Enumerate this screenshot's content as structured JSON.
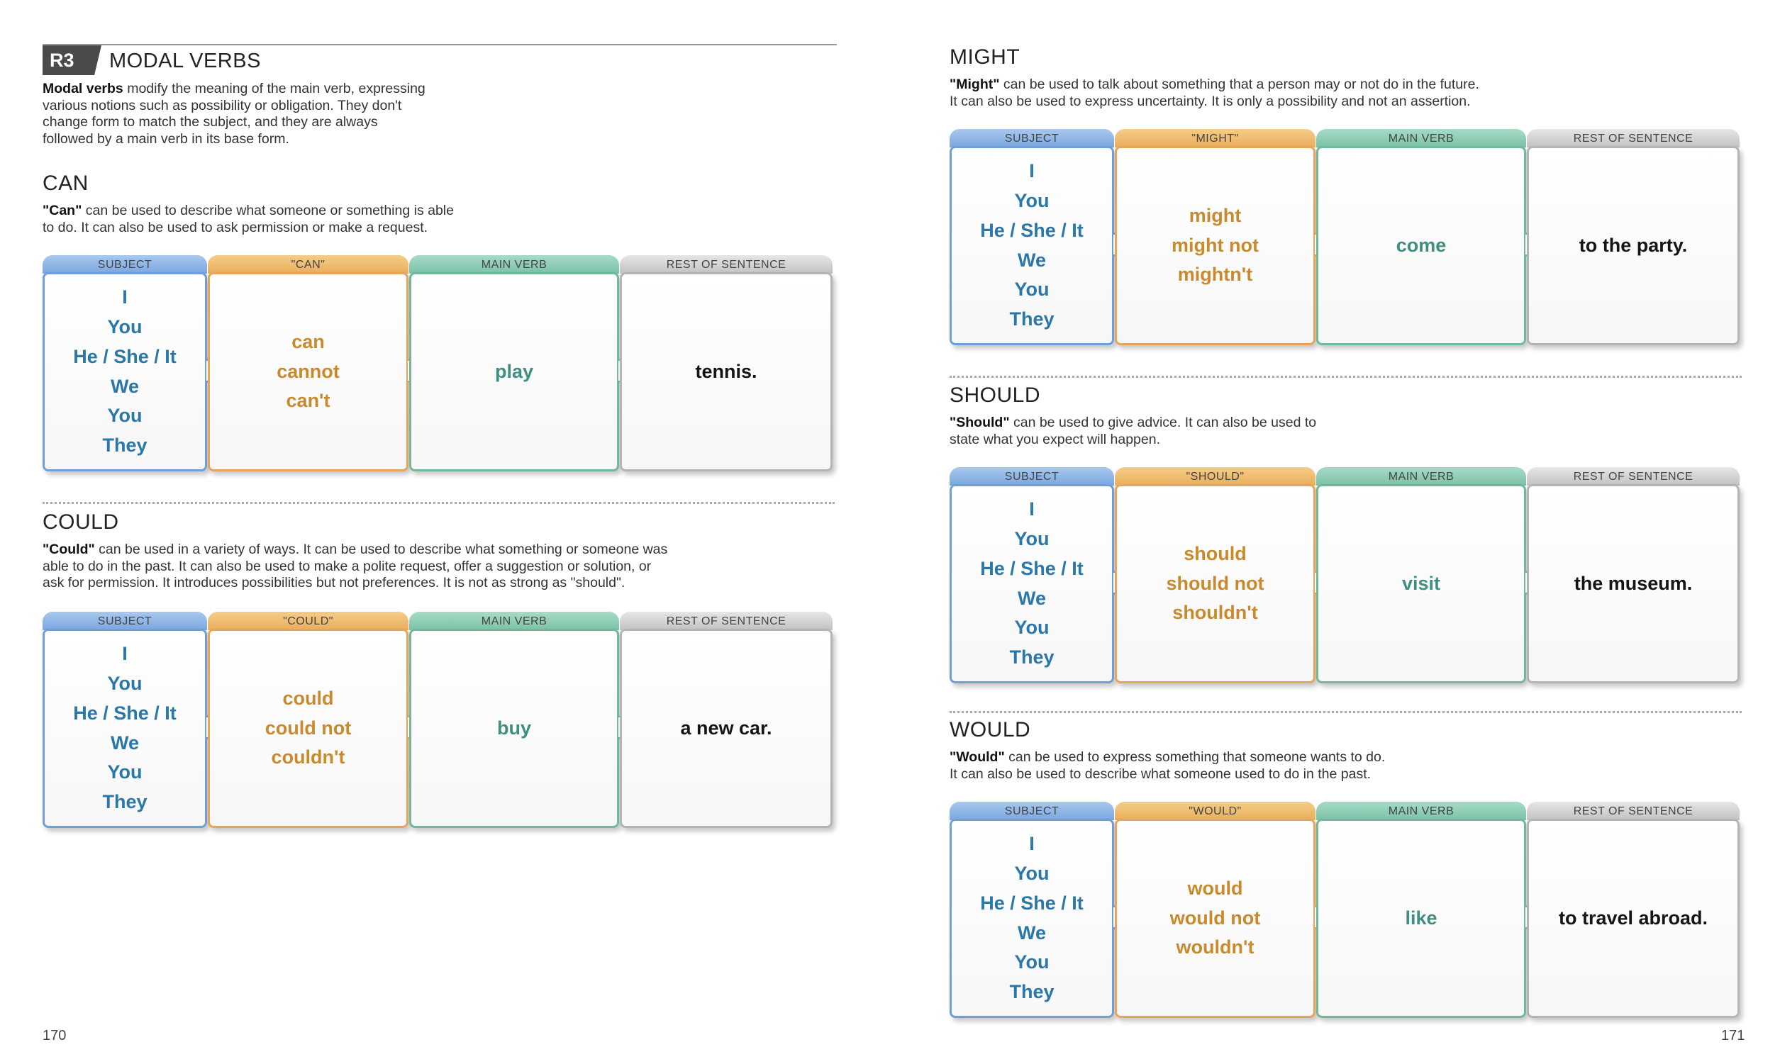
{
  "header": {
    "badge": "R3",
    "title": "MODAL VERBS"
  },
  "intro": {
    "lead": "Modal verbs",
    "lines": [
      " modify the meaning of the main verb, expressing",
      "various notions such as possibility or obligation. They don't",
      "change form to match the subject, and they are always",
      "followed by a main verb in its base form."
    ]
  },
  "page_numbers": {
    "left": "170",
    "right": "171"
  },
  "common": {
    "subject_header": "SUBJECT",
    "main_verb_header": "MAIN VERB",
    "rest_header": "REST OF SENTENCE",
    "subjects": [
      "I",
      "You",
      "He / She / It",
      "We",
      "You",
      "They"
    ]
  },
  "sections": {
    "can": {
      "title": "CAN",
      "desc_lead": "\"Can\"",
      "desc_lines": [
        " can be used to describe what someone or something is able",
        "to do. It can also be used to ask permission or make a request."
      ],
      "modal_header": "\"CAN\"",
      "modal_forms": [
        "can",
        "cannot",
        "can't"
      ],
      "main_verb": "play",
      "rest": "tennis."
    },
    "could": {
      "title": "COULD",
      "desc_lead": "\"Could\"",
      "desc_lines": [
        " can be used in a variety of ways. It can be used to describe what something or someone was",
        "able to do in the past. It can also be used to make a polite request, offer a suggestion or solution, or",
        "ask for permission. It introduces possibilities but not preferences. It is not as strong as \"should\"."
      ],
      "modal_header": "\"COULD\"",
      "modal_forms": [
        "could",
        "could not",
        "couldn't"
      ],
      "main_verb": "buy",
      "rest": "a new car."
    },
    "might": {
      "title": "MIGHT",
      "desc_lead": "\"Might\"",
      "desc_lines": [
        " can be used to talk about something that a person may or not do in the future.",
        "It can also be used to express uncertainty. It is only a possibility and not an assertion."
      ],
      "modal_header": "\"MIGHT\"",
      "modal_forms": [
        "might",
        "might not",
        "mightn't"
      ],
      "main_verb": "come",
      "rest": "to the party."
    },
    "should": {
      "title": "SHOULD",
      "desc_lead": "\"Should\"",
      "desc_lines": [
        " can be used to give advice. It can also be used to",
        "state what you expect will happen."
      ],
      "modal_header": "\"SHOULD\"",
      "modal_forms": [
        "should",
        "should not",
        "shouldn't"
      ],
      "main_verb": "visit",
      "rest": "the museum."
    },
    "would": {
      "title": "WOULD",
      "desc_lead": "\"Would\"",
      "desc_lines": [
        " can be used to express something that someone wants to do.",
        "It can also be used to describe what someone used to do in the past."
      ],
      "modal_header": "\"WOULD\"",
      "modal_forms": [
        "would",
        "would not",
        "wouldn't"
      ],
      "main_verb": "like",
      "rest": "to travel abroad."
    }
  }
}
